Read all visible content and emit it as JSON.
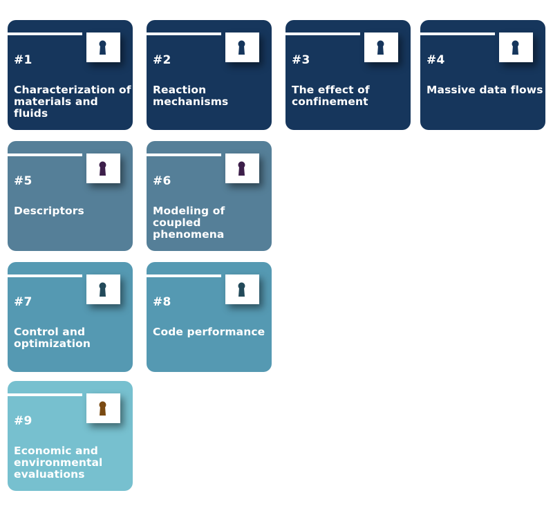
{
  "cards": [
    {
      "number": "#1",
      "title": "Characterization of materials and fluids",
      "bg": "#16365c",
      "icon": "keyhole-icon",
      "icon_color": "#16365c"
    },
    {
      "number": "#2",
      "title": "Reaction mechanisms",
      "bg": "#16365c",
      "icon": "keyhole-icon",
      "icon_color": "#16365c"
    },
    {
      "number": "#3",
      "title": "The effect of confinement",
      "bg": "#16365c",
      "icon": "keyhole-icon",
      "icon_color": "#16365c"
    },
    {
      "number": "#4",
      "title": "Massive data flows",
      "bg": "#16365c",
      "icon": "keyhole-icon",
      "icon_color": "#16365c"
    },
    {
      "number": "#5",
      "title": "Descriptors",
      "bg": "#557f98",
      "icon": "keyhole-icon",
      "icon_color": "#3d1f4a"
    },
    {
      "number": "#6",
      "title": "Modeling of coupled phenomena",
      "bg": "#557f98",
      "icon": "keyhole-icon",
      "icon_color": "#3d1f4a"
    },
    {
      "number": "#7",
      "title": "Control and optimization",
      "bg": "#5599b2",
      "icon": "keyhole-icon",
      "icon_color": "#234a5a"
    },
    {
      "number": "#8",
      "title": "Code performance",
      "bg": "#5599b2",
      "icon": "keyhole-icon",
      "icon_color": "#234a5a"
    },
    {
      "number": "#9",
      "title": "Economic and environmental evaluations",
      "bg": "#77c0cf",
      "icon": "keyhole-icon",
      "icon_color": "#7a4a12"
    }
  ]
}
